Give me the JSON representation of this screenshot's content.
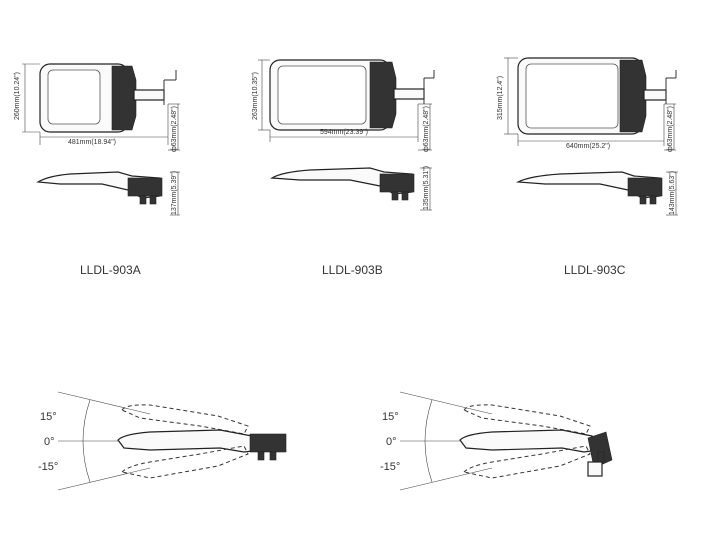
{
  "models": [
    {
      "name": "LLDL-903A",
      "width_dim": "481mm(18.94\")",
      "height_dim": "260mm(10.24\")",
      "pole_dim": "ф63mm(2.48\")",
      "side_dim": "137mm(5.39\")"
    },
    {
      "name": "LLDL-903B",
      "width_dim": "594mm(23.39\")",
      "height_dim": "263mm(10.35\")",
      "pole_dim": "ф63mm(2.48\")",
      "side_dim": "135mm(5.31\")"
    },
    {
      "name": "LLDL-903C",
      "width_dim": "640mm(25.2\")",
      "height_dim": "315mm(12.4\")",
      "pole_dim": "ф63mm(2.48\")",
      "side_dim": "143mm(5.63\")"
    }
  ],
  "tilt_views": [
    {
      "angles": [
        "15°",
        "0°",
        "-15°"
      ]
    },
    {
      "angles": [
        "15°",
        "0°",
        "-15°"
      ]
    }
  ]
}
